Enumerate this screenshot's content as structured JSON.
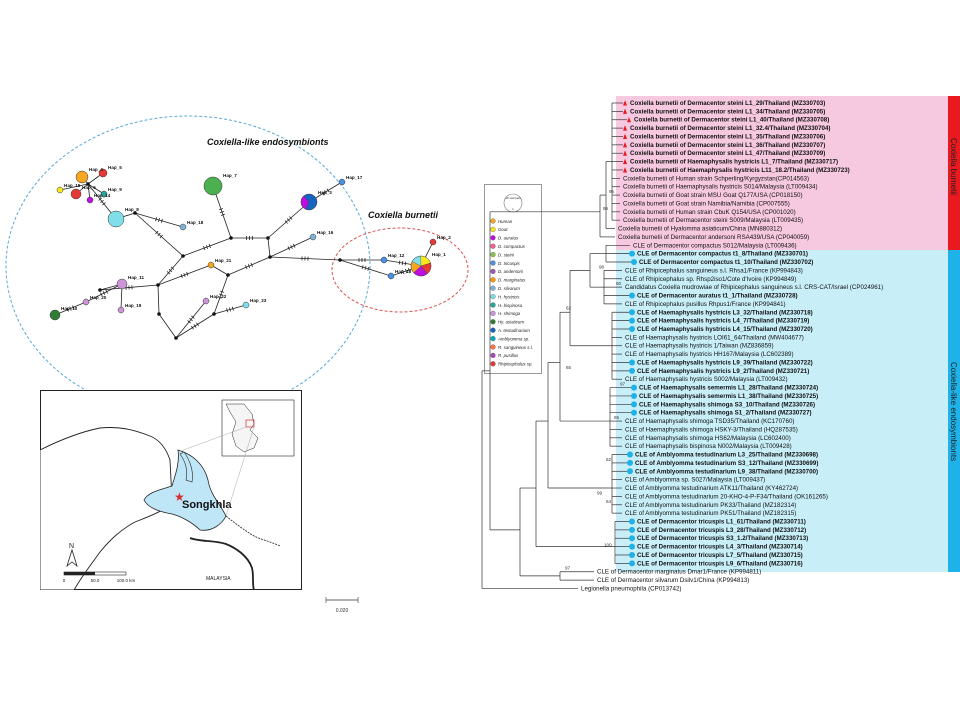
{
  "network": {
    "label_cle": "Coxiella-like endosymbionts",
    "label_cb": "Coxiella burnetii",
    "haplotypes": [
      "Hap_4",
      "Hap_5",
      "Hap_6",
      "Hap_7",
      "Hap_8",
      "Hap_9",
      "Hap_1",
      "Hap_3",
      "Hap_17",
      "Hap_14",
      "Hap_15",
      "Hap_16",
      "Hap_18",
      "Hap_21",
      "Hap_22",
      "Hap_23",
      "Hap_10",
      "Hap_11",
      "Hap_19",
      "Hap_20",
      "Hap_2",
      "Hap_12",
      "Hap_13"
    ]
  },
  "legend": {
    "scale_label": "10 samples",
    "scale_sub": "1",
    "items": [
      {
        "label": "Human",
        "color": "#f5a623"
      },
      {
        "label": "Goat",
        "color": "#f8e71c"
      },
      {
        "label": "D. auratus",
        "color": "#bd10e0"
      },
      {
        "label": "D. compactus",
        "color": "#f06292"
      },
      {
        "label": "D. steini",
        "color": "#8bc34a"
      },
      {
        "label": "D. tricuspis",
        "color": "#4a90e2"
      },
      {
        "label": "D. andersoni",
        "color": "#9b59b6"
      },
      {
        "label": "D. marginatus",
        "color": "#ff9800"
      },
      {
        "label": "D. silvarum",
        "color": "#7fb3d5"
      },
      {
        "label": "H. hystricis",
        "color": "#80deea"
      },
      {
        "label": "H. bispinosa",
        "color": "#26a69a"
      },
      {
        "label": "H. shimoga",
        "color": "#ce93d8"
      },
      {
        "label": "Hy. asiaticum",
        "color": "#2e7d32"
      },
      {
        "label": "A. testudinarium",
        "color": "#1565c0"
      },
      {
        "label": "Amblyomma sp.",
        "color": "#00acc1"
      },
      {
        "label": "R. sanguineus s.l.",
        "color": "#ff7043"
      },
      {
        "label": "R. pusillus",
        "color": "#ab47bc"
      },
      {
        "label": "Rhipicephalus sp.",
        "color": "#e53935"
      }
    ]
  },
  "map": {
    "region_label": "Songkhla",
    "country_label": "MALAYSIA",
    "north": "N",
    "scale_ticks": [
      "0",
      "50.0",
      "100.0 km"
    ]
  },
  "tree": {
    "scale_value": "0.020",
    "clade_labels": {
      "cb": "Coxiella burnetii",
      "cle": "Coxiella-like endosymbionts"
    },
    "bootstraps": [
      "95",
      "96",
      "98",
      "60",
      "62",
      "65",
      "97",
      "65",
      "52",
      "99",
      "64",
      "100",
      "97"
    ],
    "taxa": [
      {
        "text": "Coxiella burnetii of Dermacentor steini L1_29/Thailand (MZ330703)",
        "marker": "triangle",
        "bold": true
      },
      {
        "text": "Coxiella burnetii of Dermacentor steini L1_34/Thailand (MZ330705)",
        "marker": "triangle",
        "bold": true
      },
      {
        "text": "Coxiella burnetii of Dermacentor steini L1_40/Thailand (MZ330708)",
        "marker": "triangle",
        "bold": true
      },
      {
        "text": "Coxiella burnetii of Dermacentor steini L1_32.4/Thailand (MZ330704)",
        "marker": "triangle",
        "bold": true
      },
      {
        "text": "Coxiella burnetii of Dermacentor steini L1_35/Thailand (MZ330706)",
        "marker": "triangle",
        "bold": true
      },
      {
        "text": "Coxiella burnetii of Dermacentor steini L1_36/Thailand (MZ330707)",
        "marker": "triangle",
        "bold": true
      },
      {
        "text": "Coxiella burnetii of Dermacentor steini L1_47/Thailand (MZ330709)",
        "marker": "triangle",
        "bold": true
      },
      {
        "text": "Coxiella burnetii of Haemaphysalis hystricis L1_7/Thailand (MZ330717)",
        "marker": "triangle",
        "bold": true
      },
      {
        "text": "Coxiella burnetii of Haemaphysalis hystricis L11_18.2/Thailand (MZ330723)",
        "marker": "triangle",
        "bold": true
      },
      {
        "text": "Coxiella burnetii of Human strain Schperling/Kyrgyzstan(CP014563)",
        "marker": "",
        "bold": false
      },
      {
        "text": "Coxiella burnetii of Haemaphysalis hystricis S014/Malaysia (LT009434)",
        "marker": "",
        "bold": false
      },
      {
        "text": "Coxiella burnetii of Goat strain MSU Goat Q177/USA (CP018150)",
        "marker": "",
        "bold": false
      },
      {
        "text": "Coxiella burnetii of Goat strain Namibia/Namibia (CP007555)",
        "marker": "",
        "bold": false
      },
      {
        "text": "Coxiella burnetii of Human strain CbuK Q154/USA (CP001020)",
        "marker": "",
        "bold": false
      },
      {
        "text": "Coxiella burnetii of Dermacentor steini S009/Malaysia (LT009435)",
        "marker": "",
        "bold": false
      },
      {
        "text": "Coxiella burnetii of Hyalomma asiaticum/China (MN880312)",
        "marker": "",
        "bold": false
      },
      {
        "text": "Coxiella burnetii of Dermacentor andersoni RSA439/USA (CP040059)",
        "marker": "",
        "bold": false
      },
      {
        "text": "CLE of Dermacentor compactus S012/Malaysia (LT009436)",
        "marker": "",
        "bold": false
      },
      {
        "text": "CLE of Dermacentor compactus t1_8/Thailand (MZ330701)",
        "marker": "circle",
        "bold": true
      },
      {
        "text": "CLE of Dermacentor compactus t1_10/Thailand (MZ330702)",
        "marker": "circle",
        "bold": true
      },
      {
        "text": "CLE of Rhipicephalus sanguineus s.l. Rhsa1/France (KP994843)",
        "marker": "",
        "bold": false
      },
      {
        "text": "CLE of Rhipicephalus sp. Rhsp2iso1/Cote d'Ivoire (KP994849)",
        "marker": "",
        "bold": false
      },
      {
        "text": "Candidatus Coxiella mudrowiae of Rhipicephalus sanguineus s.l. CRS-CAT/Israel (CP024961)",
        "marker": "",
        "bold": false
      },
      {
        "text": "CLE of Dermacentor auratus t1_1/Thailand (MZ330728)",
        "marker": "circle",
        "bold": true
      },
      {
        "text": "CLE of Rhipicephalus pusillus Rhpus1/France (KP994841)",
        "marker": "",
        "bold": false
      },
      {
        "text": "CLE of Haemaphysalis hystricis L3_32/Thailand (MZ330718)",
        "marker": "circle",
        "bold": true
      },
      {
        "text": "CLE of Haemaphysalis hystricis L4_7/Thailand (MZ330719)",
        "marker": "circle",
        "bold": true
      },
      {
        "text": "CLE of Haemaphysalis hystricis L4_15/Thailand (MZ330720)",
        "marker": "circle",
        "bold": true
      },
      {
        "text": "CLE of Haemaphysalis hystricis LOI61_64/Thailand (MW404677)",
        "marker": "",
        "bold": false
      },
      {
        "text": "CLE of Haemaphysalis hystricis 1/Taiwan (MZ836859)",
        "marker": "",
        "bold": false
      },
      {
        "text": "CLE of Haemaphysalis hystricis HH167/Malaysia (LC602389)",
        "marker": "",
        "bold": false
      },
      {
        "text": "CLE of Haemaphysalis hystricis L9_39/Thailand (MZ330722)",
        "marker": "circle",
        "bold": true
      },
      {
        "text": "CLE of Haemaphysalis hystricis L9_2/Thailand (MZ330721)",
        "marker": "circle",
        "bold": true
      },
      {
        "text": "CLE of Haemaphysalis hystricis S002/Malaysia (LT009432)",
        "marker": "",
        "bold": false
      },
      {
        "text": "CLE of Haemaphysalis semermis L1_28/Thailand (MZ330724)",
        "marker": "circle",
        "bold": true
      },
      {
        "text": "CLE of Haemaphysalis semermis L1_38/Thailand (MZ330725)",
        "marker": "circle",
        "bold": true
      },
      {
        "text": "CLE of Haemaphysalis shimoga S3_10/Thailand (MZ330726)",
        "marker": "circle",
        "bold": true
      },
      {
        "text": "CLE of Haemaphysalis shimoga S1_2/Thailand (MZ330727)",
        "marker": "circle",
        "bold": true
      },
      {
        "text": "CLE of Haemaphysalis shimoga TSD35/Thailand (KC170760)",
        "marker": "",
        "bold": false
      },
      {
        "text": "CLE of Haemaphysalis shimoga HSKY-3/Thailand (HQ287535)",
        "marker": "",
        "bold": false
      },
      {
        "text": "CLE of Haemaphysalis shimoga HS62/Malaysia (LC602400)",
        "marker": "",
        "bold": false
      },
      {
        "text": "CLE of Haemaphysalis bispinosa N002/Malaysia (LT009428)",
        "marker": "",
        "bold": false
      },
      {
        "text": "CLE of Amblyomma testudinarium L3_25/Thailand (MZ330698)",
        "marker": "circle",
        "bold": true
      },
      {
        "text": "CLE of Amblyomma testudinarium S3_12/Thailand (MZ330699)",
        "marker": "circle",
        "bold": true
      },
      {
        "text": "CLE of Amblyomma testudinarium L9_38/Thailand (MZ330700)",
        "marker": "circle",
        "bold": true
      },
      {
        "text": "CLE of Amblyomma sp. S027/Malaysia (LT009437)",
        "marker": "",
        "bold": false
      },
      {
        "text": "CLE of Amblyomma testudinarium ATK11/Thailand (KY462724)",
        "marker": "",
        "bold": false
      },
      {
        "text": "CLE of Amblyomma testudinarium 20-KHO-4-P-F34/Thailand (OK161265)",
        "marker": "",
        "bold": false
      },
      {
        "text": "CLE of Amblyomma testudinarium PK33/Thailand (MZ182314)",
        "marker": "",
        "bold": false
      },
      {
        "text": "CLE of Amblyomma testudinarium PK51/Thailand (MZ182315)",
        "marker": "",
        "bold": false
      },
      {
        "text": "CLE of Dermacentor tricuspis L1_61/Thailand (MZ330711)",
        "marker": "circle",
        "bold": true
      },
      {
        "text": "CLE of Dermacentor tricuspis L3_28/Thailand (MZ330712)",
        "marker": "circle",
        "bold": true
      },
      {
        "text": "CLE of Dermacentor tricuspis S3_1.2/Thailand (MZ330713)",
        "marker": "circle",
        "bold": true
      },
      {
        "text": "CLE of Dermacentor tricuspis L4_3/Thailand (MZ330714)",
        "marker": "circle",
        "bold": true
      },
      {
        "text": "CLE of Dermacentor tricuspis L7_5/Thailand (MZ330715)",
        "marker": "circle",
        "bold": true
      },
      {
        "text": "CLE of Dermacentor tricuspis L9_6/Thailand (MZ330716)",
        "marker": "circle",
        "bold": true
      },
      {
        "text": "CLE of Dermacentor marginatus Dmar1/France (KP994811)",
        "marker": "",
        "bold": false
      },
      {
        "text": "CLE of Dermacentor silvarum Dsilv1/China (KP994813)",
        "marker": "",
        "bold": false
      },
      {
        "text": "Legionella pneumophila (CP013742)",
        "marker": "",
        "bold": false
      }
    ]
  }
}
